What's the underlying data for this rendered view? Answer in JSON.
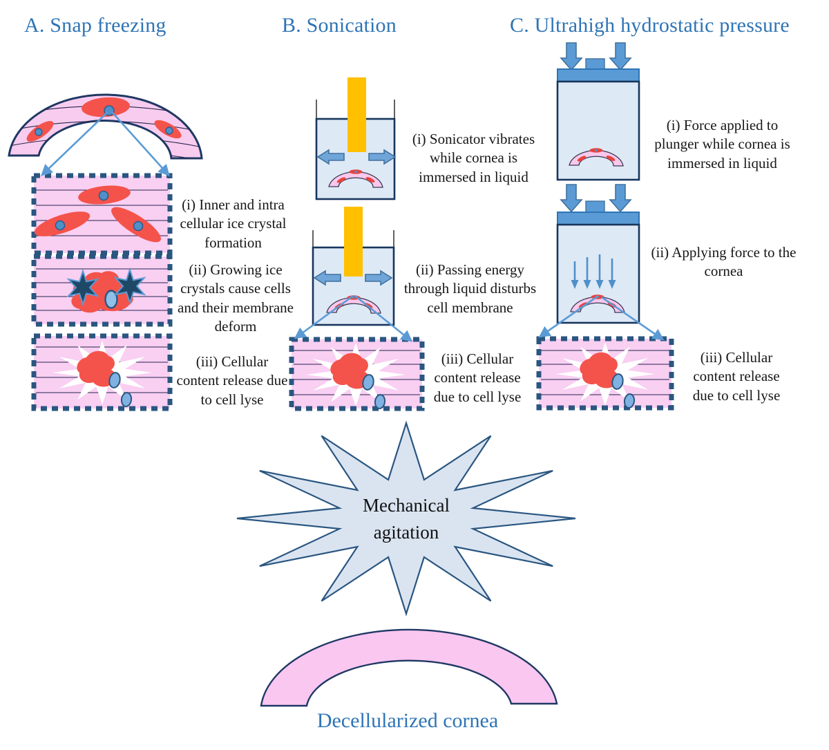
{
  "panels": [
    {
      "label": "A. Snap freezing",
      "steps": [
        "(i) Inner and intra cellular ice crystal formation",
        "(ii) Growing ice crystals cause cells and their membrane deform",
        "(iii) Cellular content release due to cell lyse"
      ]
    },
    {
      "label": "B. Sonication",
      "steps": [
        "(i) Sonicator vibrates while cornea is immersed in liquid",
        "(ii) Passing energy through liquid disturbs cell membrane",
        "(iii) Cellular content release due to cell lyse"
      ]
    },
    {
      "label": "C. Ultrahigh hydrostatic pressure",
      "steps": [
        "(i) Force applied to plunger while cornea is immersed in liquid",
        "(ii) Applying force to the cornea",
        "(iii) Cellular content release due to cell lyse"
      ]
    }
  ],
  "outcome": {
    "burst_label": "Mechanical agitation",
    "result_label": "Decellularized cornea"
  },
  "colors": {
    "title_blue": "#2E74B5",
    "steel_blue_arrow": "#5B9BD5",
    "arrow_outline": "#41719C",
    "cornea_pink": "#F8CCEF",
    "cell_red": "#F4534B",
    "navy_outline": "#1F3864",
    "dash_border_blue": "#2A5680",
    "liquid_light_blue": "#DEE9F6",
    "sonicator_yellow": "#FFC000",
    "ice_crystal_navy": "#1F4867",
    "nucleus_blue": "#7FB2E2",
    "burst_fill": "#DAE4F1"
  }
}
